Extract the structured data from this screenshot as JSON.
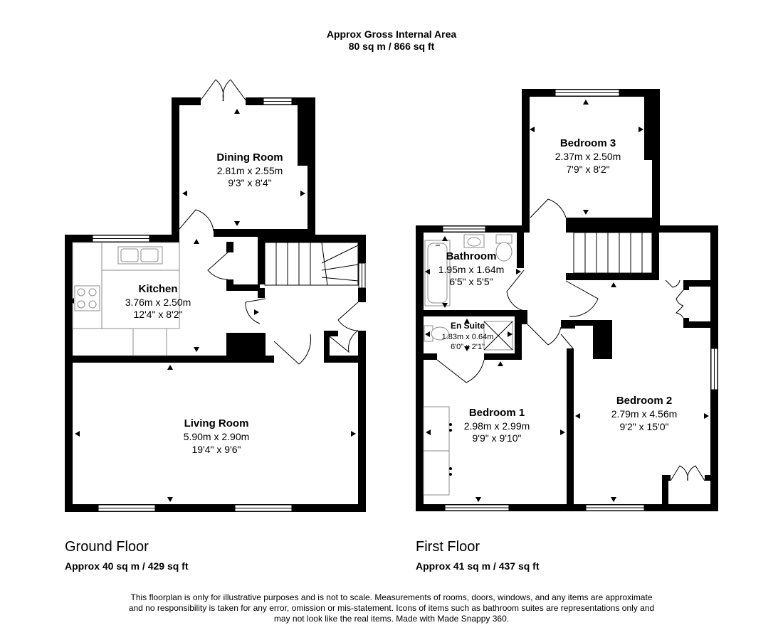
{
  "header": {
    "line1": "Approx Gross Internal Area",
    "line2": "80 sq m / 866 sq ft"
  },
  "ground_floor": {
    "title": "Ground Floor",
    "area": "Approx 40 sq m / 429 sq ft",
    "rooms": {
      "dining": {
        "name": "Dining Room",
        "metric": "2.81m x 2.55m",
        "imperial": "9'3\" x 8'4\""
      },
      "kitchen": {
        "name": "Kitchen",
        "metric": "3.76m x 2.50m",
        "imperial": "12'4\" x 8'2\""
      },
      "living": {
        "name": "Living Room",
        "metric": "5.90m x 2.90m",
        "imperial": "19'4\" x 9'6\""
      }
    }
  },
  "first_floor": {
    "title": "First Floor",
    "area": "Approx 41 sq m / 437 sq ft",
    "rooms": {
      "bedroom3": {
        "name": "Bedroom 3",
        "metric": "2.37m x 2.50m",
        "imperial": "7'9\" x 8'2\""
      },
      "bathroom": {
        "name": "Bathroom",
        "metric": "1.95m x 1.64m",
        "imperial": "6'5\" x 5'5\""
      },
      "ensuite": {
        "name": "En Suite",
        "metric": "1.83m x 0.64m",
        "imperial": "6'0\" x 2'1\""
      },
      "bedroom1": {
        "name": "Bedroom 1",
        "metric": "2.98m x 2.99m",
        "imperial": "9'9\" x 9'10\""
      },
      "bedroom2": {
        "name": "Bedroom 2",
        "metric": "2.79m x 4.56m",
        "imperial": "9'2\" x 15'0\""
      }
    }
  },
  "disclaimer": {
    "line1": "This floorplan is only for illustrative purposes and is not to scale. Measurements of rooms, doors, windows, and any items are approximate",
    "line2": "and no responsibility is taken for any error, omission or mis-statement. Icons of items such as bathroom suites are representations only and",
    "line3": "may not look like the real items. Made with Made Snappy 360."
  }
}
